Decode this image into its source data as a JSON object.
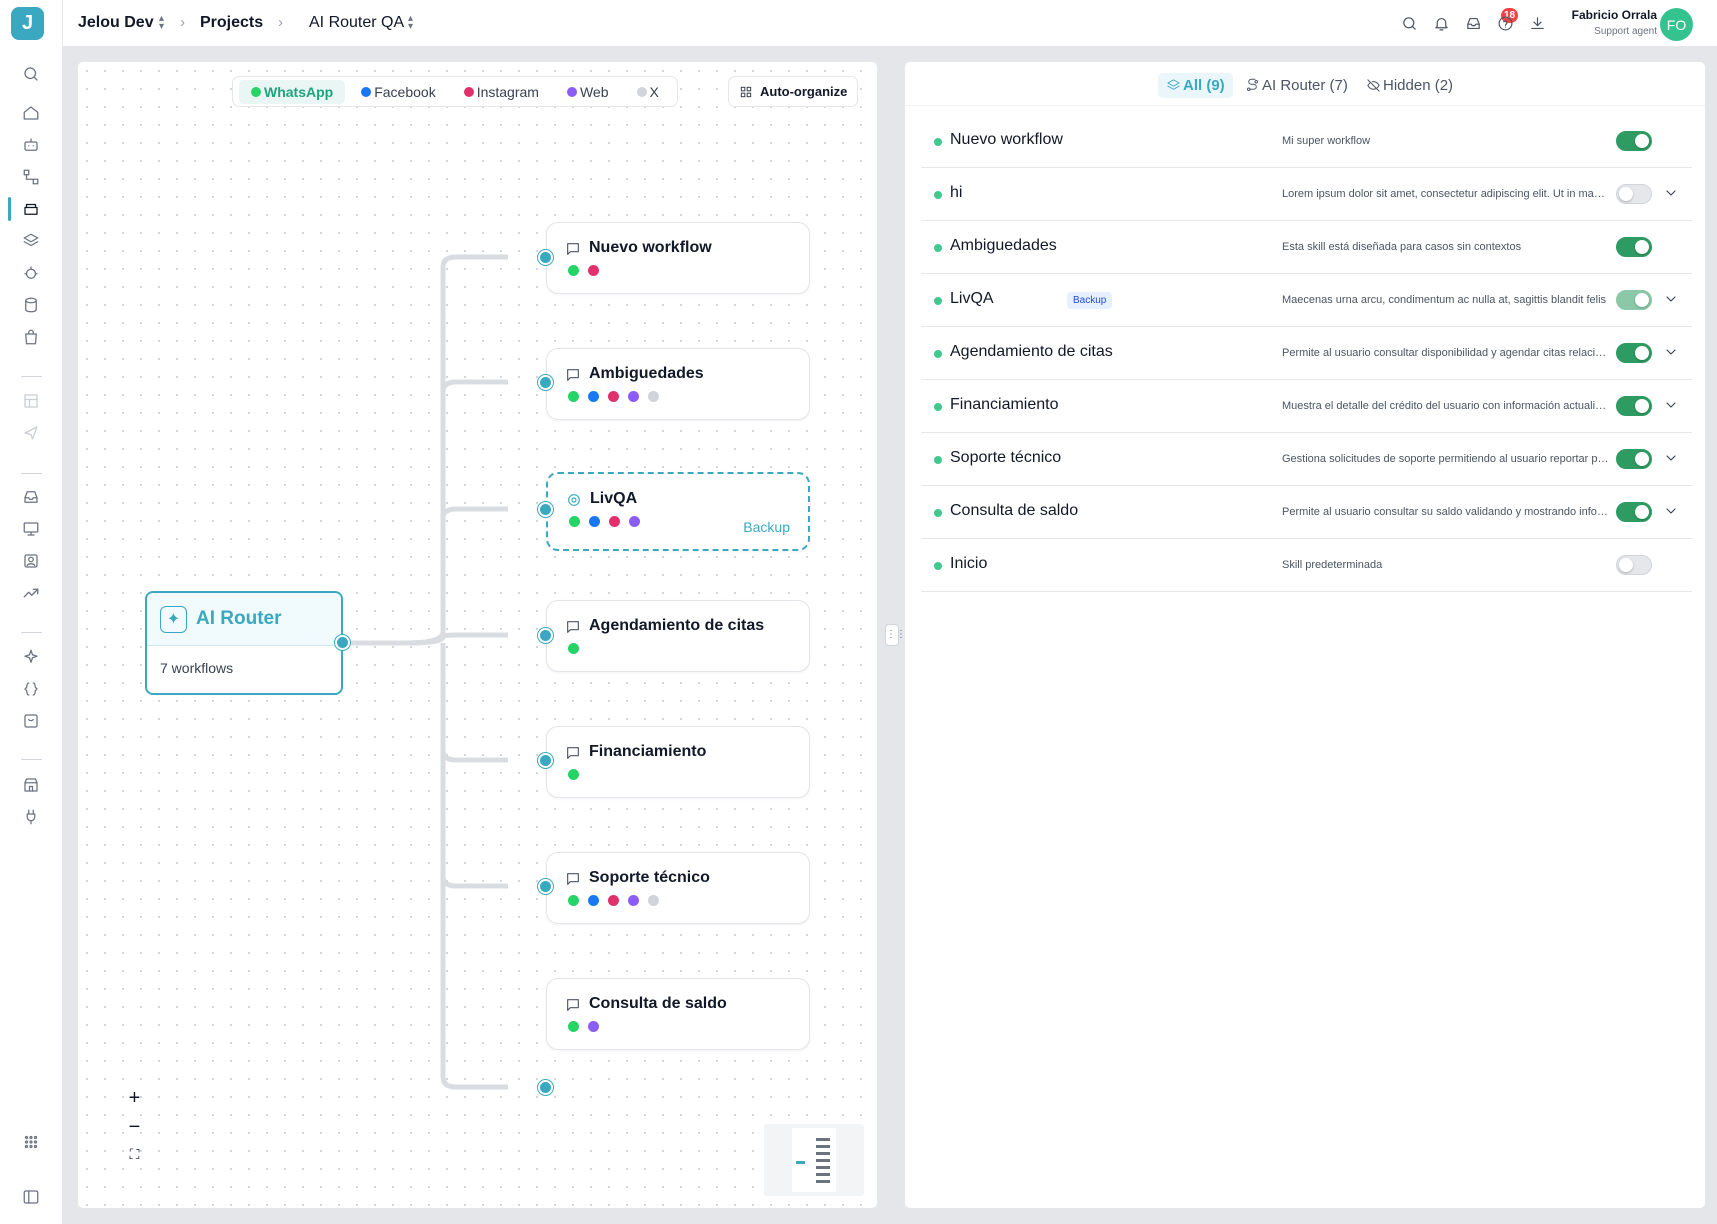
{
  "app": {
    "logo_letter": "J"
  },
  "breadcrumb": {
    "workspace": "Jelou Dev",
    "section": "Projects",
    "project": "AI Router QA"
  },
  "notifications": {
    "count": "18"
  },
  "user": {
    "name": "Fabricio Orrala",
    "role": "Support agent",
    "initials": "FO"
  },
  "channels": [
    "WhatsApp",
    "Facebook",
    "Instagram",
    "Web",
    "X"
  ],
  "auto_organize_label": "Auto-organize",
  "router": {
    "title": "AI Router",
    "count_label": "7 workflows"
  },
  "workflow_nodes": [
    {
      "title": "Nuevo workflow",
      "channels": [
        "whatsapp",
        "instagram"
      ]
    },
    {
      "title": "Ambiguedades",
      "channels": [
        "whatsapp",
        "facebook",
        "instagram",
        "web",
        "x"
      ]
    },
    {
      "title": "LivQA",
      "channels": [
        "whatsapp",
        "facebook",
        "instagram",
        "web"
      ],
      "badge": "Backup"
    },
    {
      "title": "Agendamiento de citas",
      "channels": [
        "whatsapp"
      ]
    },
    {
      "title": "Financiamiento",
      "channels": [
        "whatsapp"
      ]
    },
    {
      "title": "Soporte técnico",
      "channels": [
        "whatsapp",
        "facebook",
        "instagram",
        "web",
        "x"
      ]
    },
    {
      "title": "Consulta de saldo",
      "channels": [
        "whatsapp",
        "web"
      ]
    }
  ],
  "zoom": {
    "in": "+",
    "out": "−",
    "fit": "⛶"
  },
  "tabs": [
    {
      "label": "All (9)",
      "icon": "layers-icon",
      "active": true
    },
    {
      "label": "AI Router (7)",
      "icon": "route-icon",
      "active": false
    },
    {
      "label": "Hidden (2)",
      "icon": "eye-off-icon",
      "active": false
    }
  ],
  "skills": [
    {
      "name": "Nuevo workflow",
      "desc": "Mi super workflow",
      "enabled": true,
      "expandable": false
    },
    {
      "name": "hi",
      "desc": "Lorem ipsum dolor sit amet, consectetur adipiscing elit. Ut in mauris nec",
      "enabled": false,
      "expandable": true
    },
    {
      "name": "Ambiguedades",
      "desc": "Esta skill está diseñada para casos sin contextos",
      "enabled": true,
      "expandable": false
    },
    {
      "name": "LivQA",
      "badge": "Backup",
      "desc": "Maecenas urna arcu, condimentum ac nulla at, sagittis blandit felis",
      "enabled": true,
      "disabled": true,
      "expandable": true
    },
    {
      "name": "Agendamiento de citas",
      "desc": "Permite al usuario consultar disponibilidad y agendar citas relacionadas",
      "enabled": true,
      "expandable": true
    },
    {
      "name": "Financiamiento",
      "desc": "Muestra el detalle del crédito del usuario con información actualizada",
      "enabled": true,
      "expandable": true
    },
    {
      "name": "Soporte técnico",
      "desc": "Gestiona solicitudes de soporte permitiendo al usuario reportar problemas",
      "enabled": true,
      "expandable": true
    },
    {
      "name": "Consulta de saldo",
      "desc": "Permite al usuario consultar su saldo validando y mostrando información",
      "enabled": true,
      "expandable": true
    },
    {
      "name": "Inicio",
      "desc": "Skill predeterminada",
      "enabled": false,
      "expandable": false
    }
  ],
  "colors": {
    "accent": "#3aa8c1",
    "whatsapp": "#25d366",
    "facebook": "#1877f2",
    "instagram": "#e1306c",
    "web": "#8b5cf6",
    "x": "#d1d5db",
    "toggle_on": "#2e9c62"
  }
}
